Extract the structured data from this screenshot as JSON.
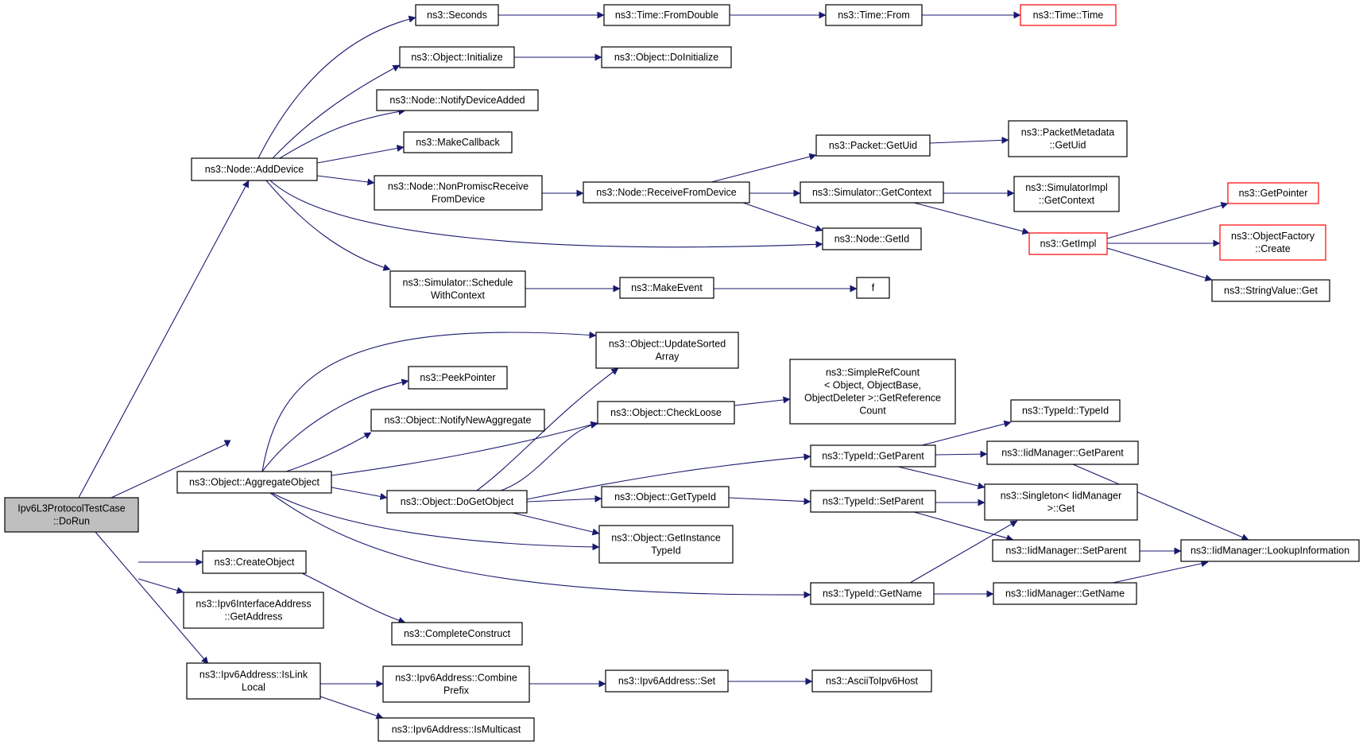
{
  "colors": {
    "edge": "#191970",
    "node_border": "#000000",
    "truncated_border": "#ff0000",
    "root_fill": "#bfbfbf",
    "node_fill": "#ffffff"
  },
  "nodes": [
    {
      "id": "root",
      "lines": [
        "Ipv6L3ProtocolTestCase",
        "::DoRun"
      ],
      "style": "root"
    },
    {
      "id": "addDevice",
      "lines": [
        "ns3::Node::AddDevice"
      ]
    },
    {
      "id": "seconds",
      "lines": [
        "ns3::Seconds"
      ]
    },
    {
      "id": "fromDouble",
      "lines": [
        "ns3::Time::FromDouble"
      ]
    },
    {
      "id": "timeFrom",
      "lines": [
        "ns3::Time::From"
      ]
    },
    {
      "id": "timeTime",
      "lines": [
        "ns3::Time::Time"
      ],
      "style": "truncated"
    },
    {
      "id": "objInit",
      "lines": [
        "ns3::Object::Initialize"
      ]
    },
    {
      "id": "objDoInit",
      "lines": [
        "ns3::Object::DoInitialize"
      ]
    },
    {
      "id": "notifyDevAdded",
      "lines": [
        "ns3::Node::NotifyDeviceAdded"
      ]
    },
    {
      "id": "makeCallback",
      "lines": [
        "ns3::MakeCallback"
      ]
    },
    {
      "id": "nonPromisc",
      "lines": [
        "ns3::Node::NonPromiscReceive",
        "FromDevice"
      ]
    },
    {
      "id": "recvFromDev",
      "lines": [
        "ns3::Node::ReceiveFromDevice"
      ]
    },
    {
      "id": "pktGetUid",
      "lines": [
        "ns3::Packet::GetUid"
      ]
    },
    {
      "id": "pktMetaUid",
      "lines": [
        "ns3::PacketMetadata",
        "::GetUid"
      ]
    },
    {
      "id": "simGetCtx",
      "lines": [
        "ns3::Simulator::GetContext"
      ]
    },
    {
      "id": "simImplCtx",
      "lines": [
        "ns3::SimulatorImpl",
        "::GetContext"
      ]
    },
    {
      "id": "getImpl",
      "lines": [
        "ns3::GetImpl"
      ],
      "style": "truncated"
    },
    {
      "id": "getPointer",
      "lines": [
        "ns3::GetPointer"
      ],
      "style": "truncated"
    },
    {
      "id": "objFactory",
      "lines": [
        "ns3::ObjectFactory",
        "::Create"
      ],
      "style": "truncated"
    },
    {
      "id": "stringGet",
      "lines": [
        "ns3::StringValue::Get"
      ]
    },
    {
      "id": "nodeGetId",
      "lines": [
        "ns3::Node::GetId"
      ]
    },
    {
      "id": "schedCtx",
      "lines": [
        "ns3::Simulator::Schedule",
        "WithContext"
      ]
    },
    {
      "id": "makeEvent",
      "lines": [
        "ns3::MakeEvent"
      ]
    },
    {
      "id": "f",
      "lines": [
        "f"
      ]
    },
    {
      "id": "aggObj",
      "lines": [
        "ns3::Object::AggregateObject"
      ]
    },
    {
      "id": "updSorted",
      "lines": [
        "ns3::Object::UpdateSorted",
        "Array"
      ]
    },
    {
      "id": "peekPtr",
      "lines": [
        "ns3::PeekPointer"
      ]
    },
    {
      "id": "notifyAgg",
      "lines": [
        "ns3::Object::NotifyNewAggregate"
      ]
    },
    {
      "id": "checkLoose",
      "lines": [
        "ns3::Object::CheckLoose"
      ]
    },
    {
      "id": "simpleRef",
      "lines": [
        "ns3::SimpleRefCount",
        "< Object, ObjectBase,",
        " ObjectDeleter >::GetReference",
        "Count"
      ]
    },
    {
      "id": "doGetObj",
      "lines": [
        "ns3::Object::DoGetObject"
      ]
    },
    {
      "id": "objGetTid",
      "lines": [
        "ns3::Object::GetTypeId"
      ]
    },
    {
      "id": "objGetInst",
      "lines": [
        "ns3::Object::GetInstance",
        "TypeId"
      ]
    },
    {
      "id": "tidGetParent",
      "lines": [
        "ns3::TypeId::GetParent"
      ]
    },
    {
      "id": "tidTypeId",
      "lines": [
        "ns3::TypeId::TypeId"
      ]
    },
    {
      "id": "iidGetParent",
      "lines": [
        "ns3::IidManager::GetParent"
      ]
    },
    {
      "id": "singleton",
      "lines": [
        "ns3::Singleton< IidManager",
        " >::Get"
      ]
    },
    {
      "id": "tidSetParent",
      "lines": [
        "ns3::TypeId::SetParent"
      ]
    },
    {
      "id": "iidSetParent",
      "lines": [
        "ns3::IidManager::SetParent"
      ]
    },
    {
      "id": "iidLookup",
      "lines": [
        "ns3::IidManager::LookupInformation"
      ]
    },
    {
      "id": "tidGetName",
      "lines": [
        "ns3::TypeId::GetName"
      ]
    },
    {
      "id": "iidGetName",
      "lines": [
        "ns3::IidManager::GetName"
      ]
    },
    {
      "id": "createObj",
      "lines": [
        "ns3::CreateObject"
      ]
    },
    {
      "id": "completeConst",
      "lines": [
        "ns3::CompleteConstruct"
      ]
    },
    {
      "id": "ifAddr",
      "lines": [
        "ns3::Ipv6InterfaceAddress",
        "::GetAddress"
      ]
    },
    {
      "id": "isLinkLocal",
      "lines": [
        "ns3::Ipv6Address::IsLink",
        "Local"
      ]
    },
    {
      "id": "combPrefix",
      "lines": [
        "ns3::Ipv6Address::Combine",
        "Prefix"
      ]
    },
    {
      "id": "addrSet",
      "lines": [
        "ns3::Ipv6Address::Set"
      ]
    },
    {
      "id": "asciiHost",
      "lines": [
        "ns3::AsciiToIpv6Host"
      ]
    },
    {
      "id": "isMulticast",
      "lines": [
        "ns3::Ipv6Address::IsMulticast"
      ]
    }
  ]
}
